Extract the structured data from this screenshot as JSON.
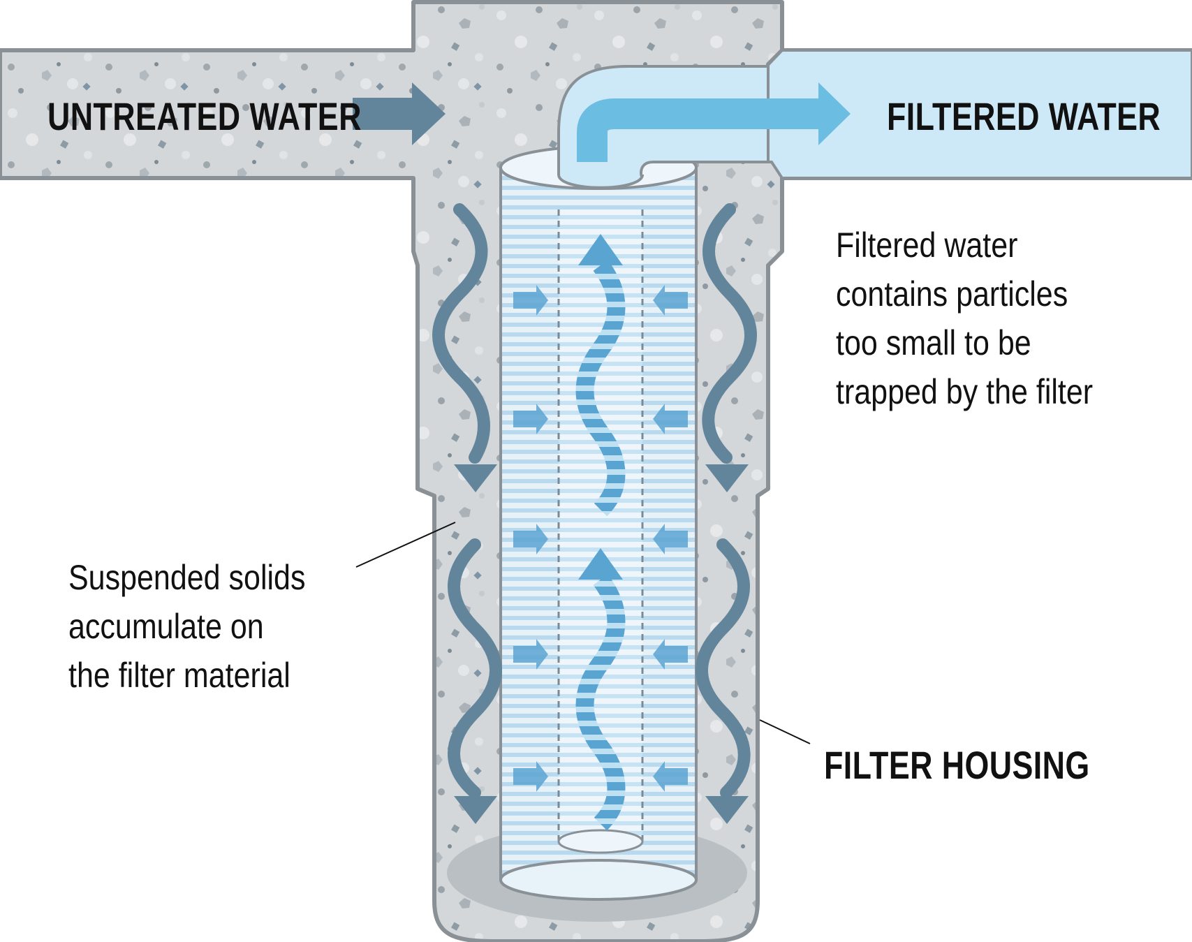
{
  "labels": {
    "untreated_water": "UNTREATED WATER",
    "filtered_water": "FILTERED WATER",
    "filter_housing": "FILTER HOUSING"
  },
  "notes": {
    "filtered_note": [
      "Filtered water",
      "contains particles",
      "too small to be",
      "trapped by the filter"
    ],
    "suspended_note": [
      "Suspended solids",
      "accumulate on",
      "the filter material"
    ]
  },
  "colors": {
    "housing_fill": "#d3d7da",
    "housing_stroke": "#8a9196",
    "clean_water": "#cde9f7",
    "dark_arrow": "#62859b",
    "light_arrow": "#6cbde2",
    "filter_fill": "#e2eef6",
    "filter_stripe": "#b4d6ec",
    "inner_arrow": "#5aa4d2",
    "leader_line": "#111111"
  }
}
